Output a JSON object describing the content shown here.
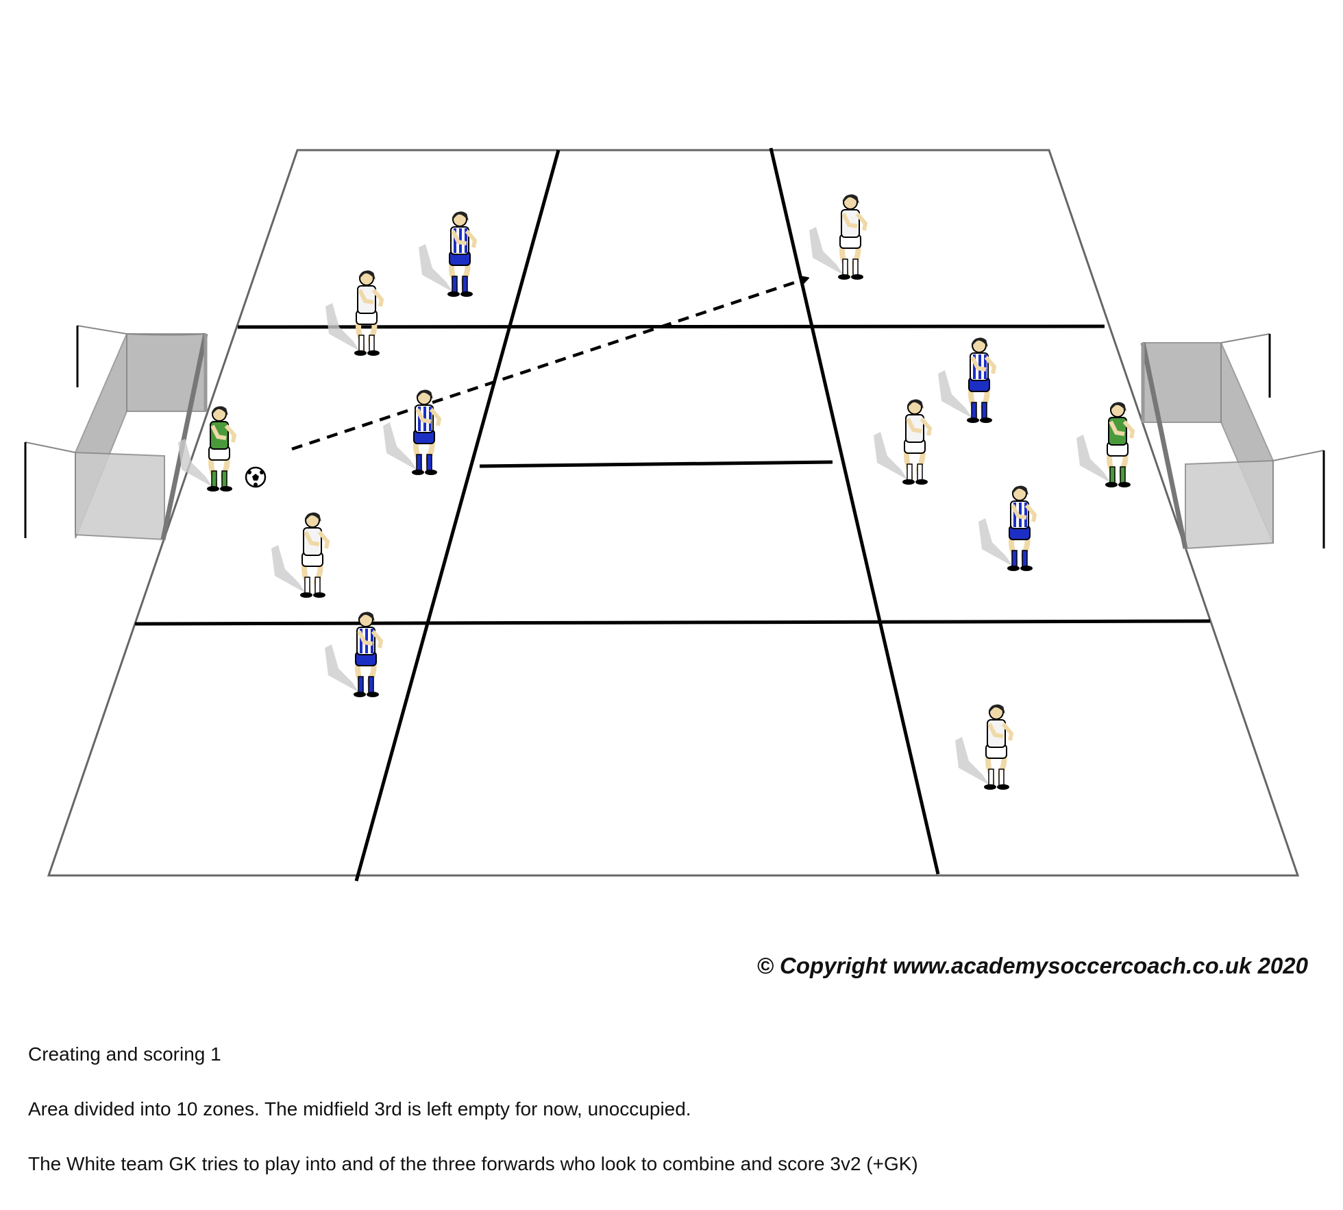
{
  "copyright": "© Copyright www.academysoccercoach.co.uk 2020",
  "description": {
    "title": "Creating and scoring 1",
    "line1": "Area divided into 10 zones. The midfield 3rd is left empty for now, unoccupied.",
    "line2": "The White team GK tries to play into and of the three forwards who look to combine and score 3v2 (+GK)"
  },
  "colors": {
    "blue_team": "#1c2fc4",
    "white_team": "#f4f4f4",
    "goalkeeper": "#4a9a3c",
    "lines": "#000000",
    "pitch_border": "#666666"
  }
}
